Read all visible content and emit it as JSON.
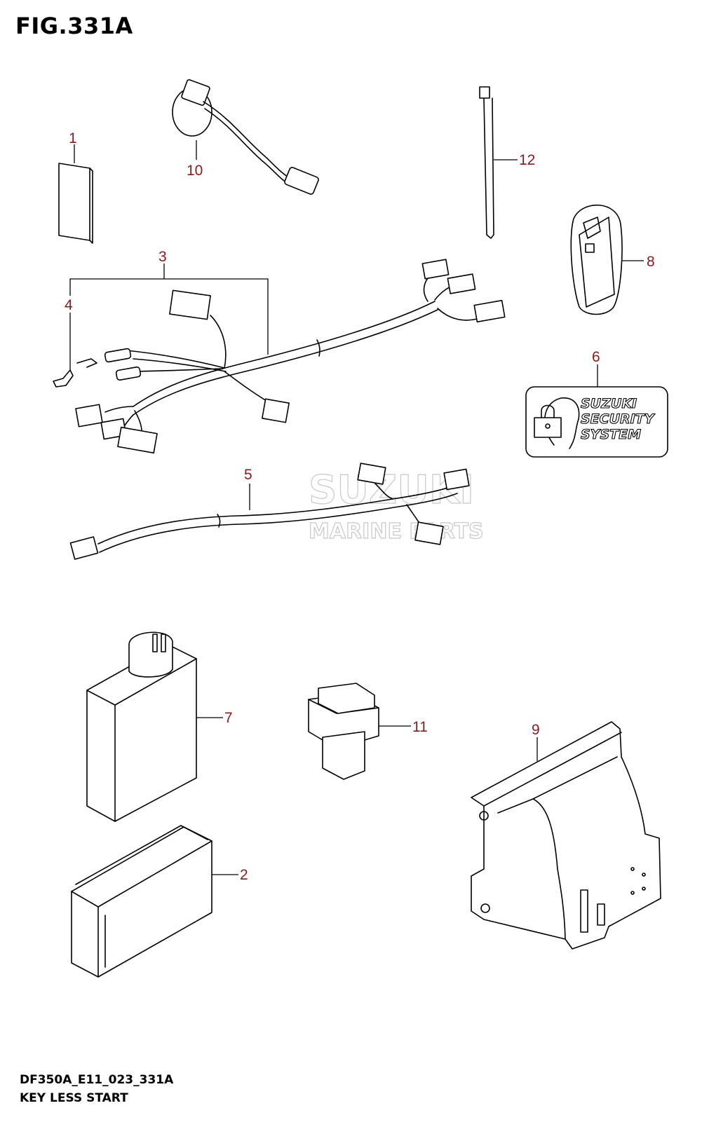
{
  "figure": {
    "title": "FIG.331A"
  },
  "footer": {
    "model_code": "DF350A_E11_023_331A",
    "section_name": "KEY LESS START"
  },
  "callouts": {
    "c1": "1",
    "c2": "2",
    "c3": "3",
    "c4": "4",
    "c5": "5",
    "c6": "6",
    "c7": "7",
    "c8": "8",
    "c9": "9",
    "c10": "10",
    "c11": "11",
    "c12": "12"
  },
  "sticker": {
    "line1": "SUZUKI",
    "line2": "SECURITY",
    "line3": "SYSTEM"
  },
  "watermark": {
    "brand": "SUZUKI",
    "subtitle": "MARINE PARTS"
  },
  "colors": {
    "callout": "#8b1a1a",
    "line": "#000000",
    "watermark": "#c8c8c8"
  }
}
